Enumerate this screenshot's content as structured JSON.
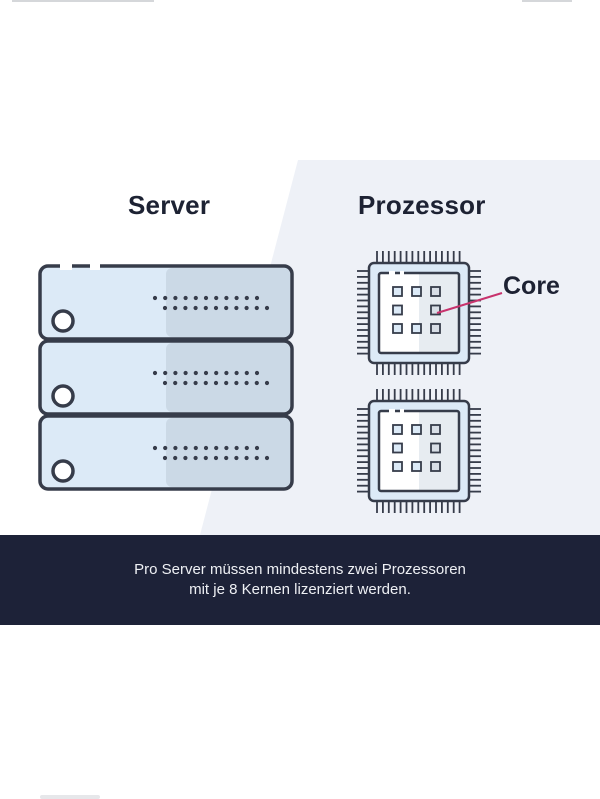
{
  "headings": {
    "server": "Server",
    "processor": "Prozessor"
  },
  "annotation": {
    "core_label": "Core",
    "pointer_color": "#c8336d"
  },
  "server": {
    "units": 3,
    "dot_rows_per_unit": 2,
    "dots_per_row": 11
  },
  "processors": {
    "count": 2,
    "core_grid": "3x3 (8 cores, centre empty)"
  },
  "footer": {
    "line1": "Pro Server müssen mindestens zwei Prozessoren",
    "line2": "mit je 8 Kernen lizenziert werden."
  },
  "colors": {
    "background": "#ffffff",
    "panel": "#eef1f7",
    "outline": "#363c4a",
    "fill_light": "#dceaf7",
    "fill_shade": "#cbd9e6",
    "footer_bg": "#1d2238",
    "footer_text": "#eef0f4",
    "heading": "#1d2233"
  }
}
